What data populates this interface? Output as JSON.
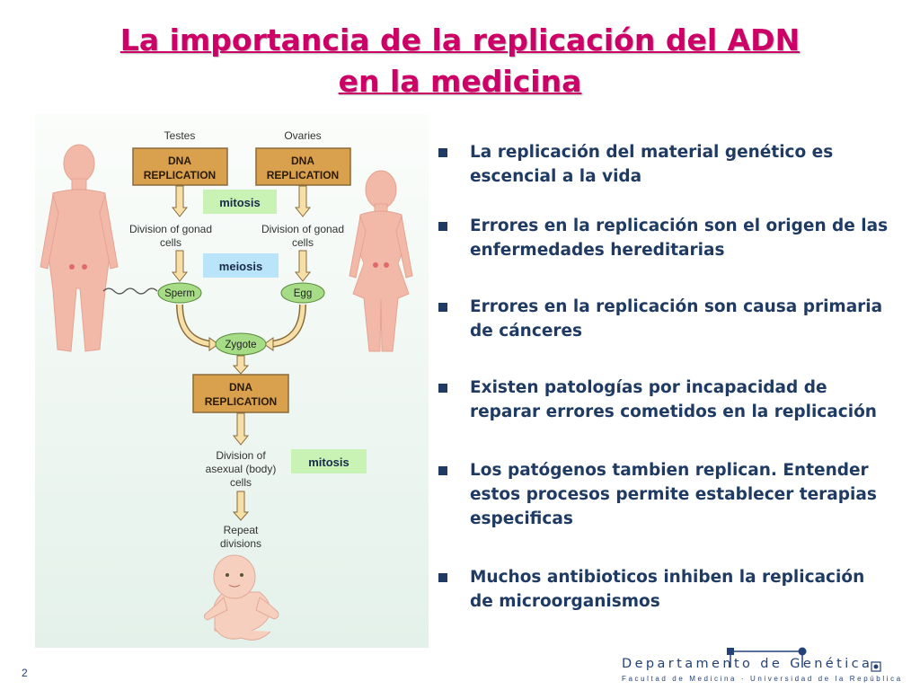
{
  "title": {
    "line1": "La importancia de la replicación del ADN",
    "line2": "en la medicina"
  },
  "figure": {
    "testes": "Testes",
    "ovaries": "Ovaries",
    "dna1": "DNA",
    "replication1": "REPLICATION",
    "dna2": "DNA",
    "replication2": "REPLICATION",
    "dna3": "DNA",
    "replication3": "REPLICATION",
    "label_mitosis_top": "mitosis",
    "label_meiosis": "meiosis",
    "label_mitosis_bottom": "mitosis",
    "division_gonad_left_1": "Division of gonad",
    "division_gonad_left_2": "cells",
    "division_gonad_right_1": "Division of gonad",
    "division_gonad_right_2": "cells",
    "sperm": "Sperm",
    "egg": "Egg",
    "zygote": "Zygote",
    "asexual_1": "Division of",
    "asexual_2": "asexual (body)",
    "asexual_3": "cells",
    "repeat_1": "Repeat",
    "repeat_2": "divisions"
  },
  "bullets": [
    {
      "line1": "La replicación del material genético es",
      "line2": "escencial a la vida"
    },
    {
      "line1": "Errores en la replicación son el origen de las",
      "line2": "enfermedades hereditarias"
    },
    {
      "line1": "Errores en la replicación son causa primaria",
      "line2": "de cánceres"
    },
    {
      "line1": "Existen patologías por incapacidad de",
      "line2": "reparar errores cometidos en la replicación"
    },
    {
      "line1": "Los patógenos tambien replican. Entender",
      "line2": "estos procesos permite establecer terapias",
      "line3": "especificas"
    },
    {
      "line1": "Muchos antibioticos inhiben la replicación",
      "line2": "de microorganismos"
    }
  ],
  "slide_number": "2",
  "footer": {
    "dept_name": "Departamento de Genética",
    "dept_sub": "Facultad de Medicina · Universidad de la República"
  },
  "colors": {
    "title": "#cc0066",
    "bullet_text": "#1f3b63",
    "replication_box": "#d9a14e",
    "mitosis_label_bg": "#c8f3b4",
    "meiosis_label_bg": "#b9e4fa",
    "body_figure": "#f2b8a8"
  }
}
